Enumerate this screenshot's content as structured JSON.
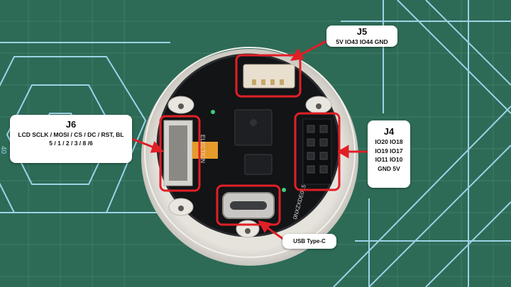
{
  "callouts": {
    "j5": {
      "title": "J5",
      "pins": "5V IO43 IO44  GND"
    },
    "j6": {
      "title": "J6",
      "line1": "LCD SCLK / MOSI / CS / DC / RST, BL",
      "line2": "5 / 1 / 2 / 3 / 8 /6"
    },
    "j4": {
      "title": "J4",
      "rows": [
        "IO20  IO18",
        "IO19  IO17",
        "IO11   IO10",
        "GND    5V"
      ]
    },
    "usb": {
      "label": "USB Type-C"
    }
  },
  "board_markings": {
    "ruler_number": "40",
    "pcb_text": "ELECTION",
    "silk_text": "0NXZXDE015"
  },
  "colors": {
    "mat_green": "#2d6b57",
    "grid_blue": "#9fd2e6",
    "highlight_red": "#e11f26",
    "pcb_black": "#121416"
  }
}
